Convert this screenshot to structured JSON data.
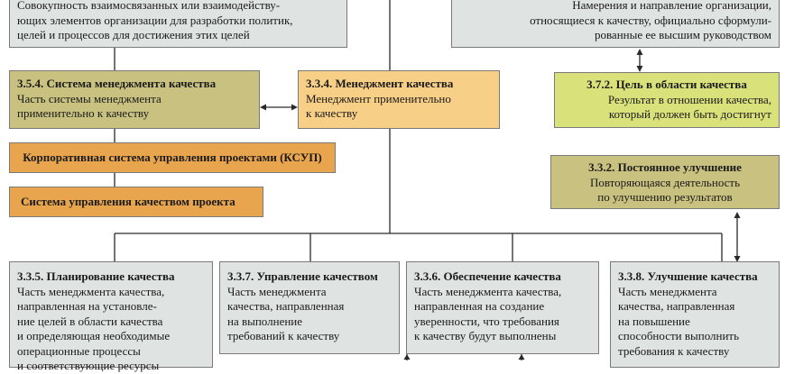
{
  "boxes": {
    "system_def": {
      "body": "Совокупность взаимосвязанных или взаимодейству-\nющих элементов организации для разработки политик,\nцелей и процессов для достижения этих целей"
    },
    "policy_def": {
      "body": "Намерения и направление организации,\nотносящиеся к качеству, официально сформули-\nрованные ее высшим руководством"
    },
    "qms": {
      "title": "3.5.4. Система менеджмента качества",
      "body": "Часть системы менеджмента\nприменительно к качеству"
    },
    "qm": {
      "title": "3.3.4. Менеджмент качества",
      "body": "Менеджмент применительно\nк качеству"
    },
    "quality_objective": {
      "title": "3.7.2. Цель в области качества",
      "body": "Результат в отношении качества,\nкоторый должен быть достигнут"
    },
    "ksup": {
      "title": "Корпоративная система управления проектами (КСУП)"
    },
    "project_qms": {
      "title": "Система управления качеством проекта"
    },
    "continual_improvement": {
      "title": "3.3.2. Постоянное улучшение",
      "body": "Повторяющаяся деятельность\nпо улучшению результатов"
    },
    "planning": {
      "title": "3.3.5. Планирование качества",
      "body": "Часть менеджмента качества,\nнаправленная на установле-\nние целей в области качества\nи определяющая необходимые\nоперационные процессы\nи соответствующие ресурсы"
    },
    "control": {
      "title": "3.3.7. Управление качеством",
      "body": "Часть менеджмента\nкачества, направленная\nна выполнение\nтребований к качеству"
    },
    "assurance": {
      "title": "3.3.6. Обеспечение качества",
      "body": "Часть менеджмента качества,\nнаправленная на создание\nуверенности, что требования\nк качеству будут выполнены"
    },
    "improvement": {
      "title": "3.3.8. Улучшение качества",
      "body": "Часть менеджмента\nкачества, направленная\nна повышение\nспособности выполнить\nтребования к качеству"
    }
  },
  "colors": {
    "gray": "#dfe3e1",
    "olive": "#c9c17f",
    "peach": "#f8cf86",
    "lime": "#d9e27a",
    "orange": "#e9a54d",
    "line": "#2a2a2a"
  }
}
